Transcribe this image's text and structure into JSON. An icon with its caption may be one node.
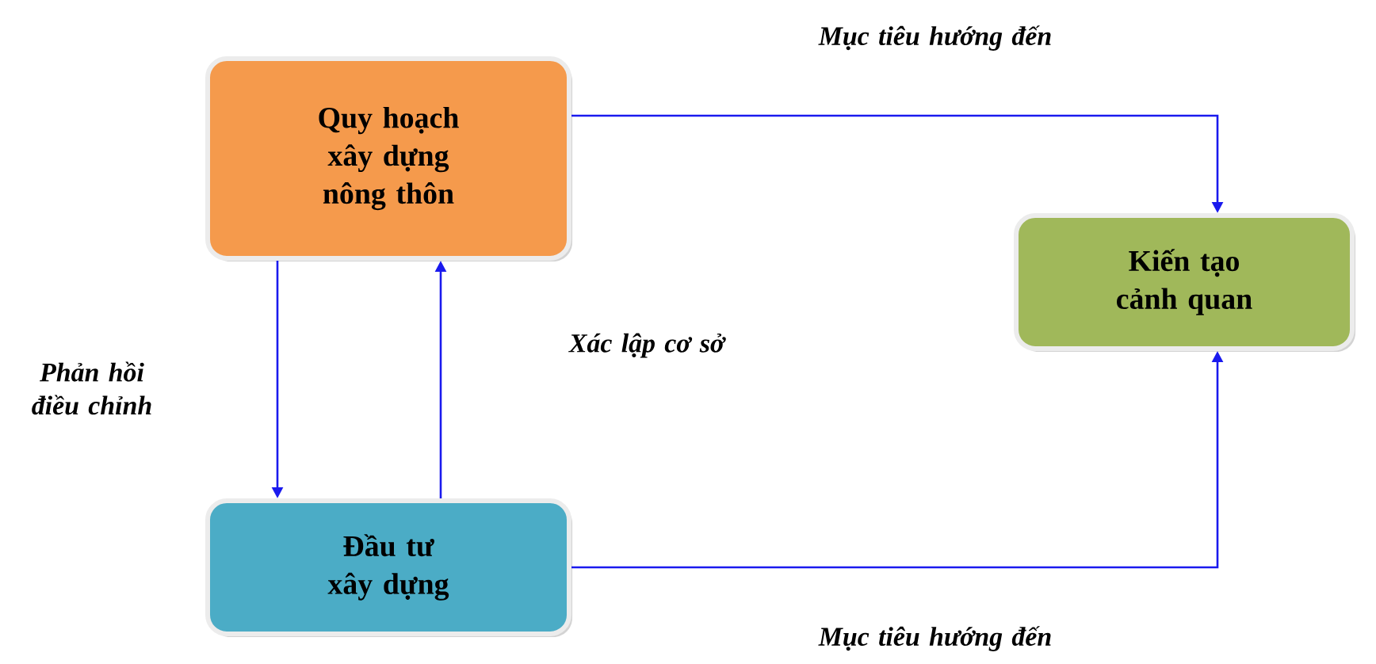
{
  "diagram": {
    "nodes": [
      {
        "text": [
          "Quy hoạch xây dựng nông thôn"
        ]
      },
      {
        "text": [
          "Kiến tạo cảnh quan"
        ]
      },
      {
        "text": [
          "Đầu tư xây dựng"
        ]
      }
    ],
    "edges": [
      {
        "from": 0,
        "to": 1,
        "arrow": "to",
        "label": "Mục tiêu hướng đến"
      },
      {
        "from": 0,
        "to": 2,
        "arrow": "to",
        "label": "Phản hồi điều chỉnh"
      },
      {
        "from": 2,
        "to": 0,
        "arrow": "to",
        "label": "Xác lập cơ sở"
      },
      {
        "from": 2,
        "to": 1,
        "arrow": "to",
        "label": "Mục tiêu hướng đến"
      }
    ]
  }
}
